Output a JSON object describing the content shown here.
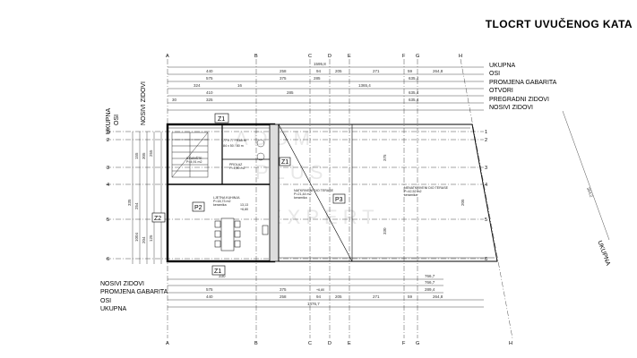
{
  "title": "TLOCRT UVUČENOG KATA",
  "legend_right": [
    "UKUPNA",
    "OSI",
    "PROMJENA GABARITA",
    "OTVORI",
    "PREGRADNI ZIDOVI",
    "NOSIVI ZIDOVI"
  ],
  "legend_left": [
    "NOSIVI ZIDOVI",
    "PROMJENA GABARITA",
    "OSI",
    "UKUPNA"
  ],
  "legend_vertical_left": [
    "UKUPNA",
    "OSI",
    "NOSIVI ZIDOVI"
  ],
  "legend_vertical_right": "UKUPNA",
  "axes_letters": [
    "A",
    "B",
    "C",
    "D",
    "E",
    "F",
    "G",
    "H"
  ],
  "axes_numbers": [
    "1",
    "2",
    "3",
    "4",
    "5",
    "6"
  ],
  "top_dims": {
    "total": "1595,8",
    "axes": [
      "440",
      "258",
      "94",
      "205",
      "271",
      "59",
      "264,8"
    ],
    "change": [
      "575",
      "375",
      "285",
      "635,4"
    ],
    "openings": [
      "324",
      "16",
      "1365,4"
    ],
    "partitions": [
      "410",
      "285",
      "635,4"
    ],
    "walls": [
      "30",
      "325",
      "635,4"
    ]
  },
  "bottom_dims": {
    "walls": [
      "330",
      "766,7"
    ],
    "change": [
      "575",
      "375",
      "289,4"
    ],
    "axes": [
      "440",
      "258",
      "94",
      "205",
      "271",
      "59",
      "264,8"
    ],
    "total": "1476,7",
    "extra": [
      "766,7"
    ]
  },
  "left_dims": [
    "155",
    "305",
    "255",
    "335",
    "254",
    "204",
    "125",
    "1004"
  ],
  "right_dims": [
    "375",
    "330",
    "205",
    "354,2"
  ],
  "zones": [
    "Z1",
    "Z1",
    "Z1",
    "Z2",
    "P2",
    "P3"
  ],
  "room_labels": {
    "stairs": [
      "STUBIŠTE",
      "P=4,91 m2"
    ],
    "corridor": [
      "PROLAZ",
      "P=1,80 m2"
    ],
    "kitchen": [
      "LJETNA KUHINJA",
      "P=18,73 m2",
      "keramika"
    ],
    "terrace_covered": [
      "NATKRIVENI DIO TERASE",
      "P=21,44 m2",
      "keramika"
    ],
    "terrace_open": [
      "NENATKRIVENI DIO TERASE",
      "P=42,52 m2",
      "keramika"
    ],
    "window_a": [
      "77 x 77 / 9,65 m"
    ],
    "window_b": [
      "84 x 50 / 80 m"
    ],
    "kitchen_window": [
      "13,13",
      "+6,80"
    ],
    "level": [
      "+6,80"
    ]
  },
  "watermark": [
    "ADOM",
    "PLUS",
    "EXPERT"
  ],
  "colors": {
    "line": "#000000",
    "dim": "#333333",
    "watermark": "#e8e8e8"
  }
}
